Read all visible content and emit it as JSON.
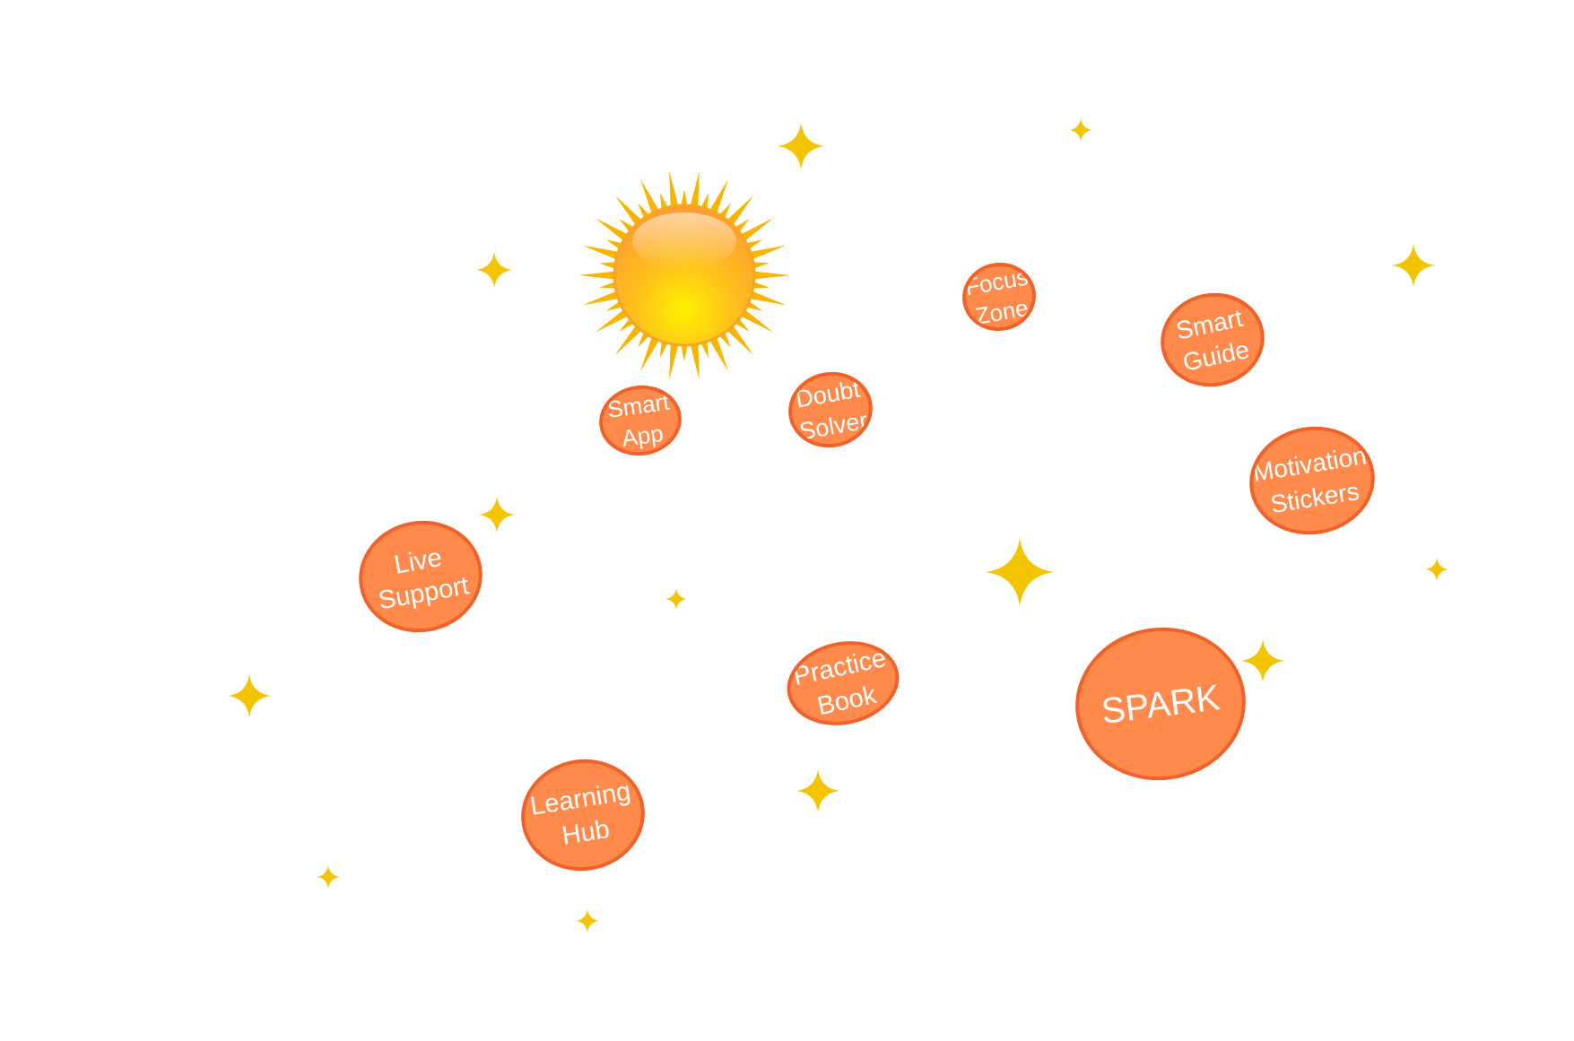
{
  "colors": {
    "background": "#ffffff",
    "planet_fill": "#FF8A4C",
    "planet_stroke": "#F0622A",
    "planet_text": "#ffffff",
    "sparkle": "#F5C400",
    "sun_ray": "#F7B500",
    "sun_core_light": "#FFF200",
    "sun_core_dark": "#FF9A33"
  },
  "center": {
    "name": "sun",
    "icon": "sun-icon"
  },
  "nodes": [
    {
      "id": "smart-app",
      "lines": [
        "Smart",
        "App"
      ]
    },
    {
      "id": "doubt-solver",
      "lines": [
        "Doubt",
        "Solver"
      ]
    },
    {
      "id": "focus-zone",
      "lines": [
        "Focus",
        "Zone"
      ]
    },
    {
      "id": "smart-guide",
      "lines": [
        "Smart",
        "Guide"
      ]
    },
    {
      "id": "motivation-stickers",
      "lines": [
        "Motivation",
        "Stickers"
      ]
    },
    {
      "id": "live-support",
      "lines": [
        "Live",
        "Support"
      ]
    },
    {
      "id": "practice-book",
      "lines": [
        "Practice",
        "Book"
      ]
    },
    {
      "id": "spark",
      "lines": [
        "SPARK"
      ]
    },
    {
      "id": "learning-hub",
      "lines": [
        "Learning",
        "Hub"
      ]
    }
  ],
  "decorations": {
    "sparkle_icon": "four-point-star-icon"
  }
}
